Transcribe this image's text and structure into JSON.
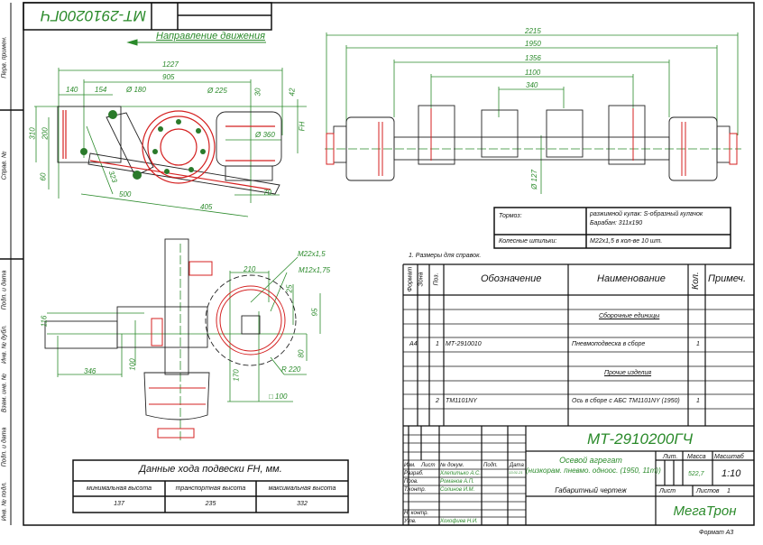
{
  "stamp_code_flipped": "МТ-2910200ГЧ",
  "direction_label": "Направление движения",
  "side_strip": [
    "Перв. примен.",
    "Справ. №",
    "Подп. и дата",
    "Инв. № дубл.",
    "Взам. инв. №",
    "Подп. и дата",
    "Инв. № подл."
  ],
  "dims_side": {
    "d1227": "1227",
    "d905": "905",
    "d140": "140",
    "d154": "154",
    "dia180": "Ø 180",
    "dia225": "Ø 225",
    "d30": "30",
    "d42": "42",
    "d310": "310",
    "d200": "200",
    "d60": "60",
    "d323": "323",
    "d500": "500",
    "d405": "405",
    "d70": "70",
    "dia360": "Ø 360",
    "fh": "FH"
  },
  "dims_front": {
    "d2215": "2215",
    "d1950": "1950",
    "d1356": "1356",
    "d1100": "1100",
    "d340": "340",
    "dia127": "Ø 127"
  },
  "dims_bottom": {
    "m22": "M22x1,5",
    "m12": "M12x1,75",
    "d210": "210",
    "d25": "25",
    "d95": "95",
    "d80": "80",
    "r220": "R 220",
    "d170": "170",
    "sq100": "□ 100",
    "d116": "116",
    "d346": "346",
    "d100": "100"
  },
  "brake_table": [
    {
      "label": "Тормоз:",
      "value": "разжимной кулак: S-образный кулачок",
      "value2": "Барабан: 311х190"
    },
    {
      "label": "Колесные шпильки:",
      "value": "M22x1,5 в кол-ве 10 шт."
    }
  ],
  "note": "1. Размеры для справок.",
  "spec": {
    "headers": {
      "format": "Формат",
      "zone": "Зона",
      "pos": "Поз.",
      "designation": "Обозначение",
      "name": "Наименование",
      "qty": "Кол.",
      "note": "Примеч."
    },
    "section1": "Сборочные единицы",
    "section2": "Прочие изделия",
    "rows": [
      {
        "format": "А4",
        "pos": "1",
        "designation": "МТ-2910010",
        "name": "Пневмоподвеска в сборе",
        "qty": "1"
      },
      {
        "format": "",
        "pos": "2",
        "designation": "ТМ1101NY",
        "name": "Ось в сборе с АБС ТМ1101NY (1950)",
        "qty": "1"
      }
    ]
  },
  "travel_table": {
    "title": "Данные хода подвески FH, мм.",
    "headers": [
      "минимальная высота",
      "транспортная высота",
      "максимальная высота"
    ],
    "values": [
      "137",
      "235",
      "332"
    ]
  },
  "title_block": {
    "code": "МТ-2910200ГЧ",
    "name1": "Осевой агрегат",
    "name2": "(низкорам. пневмо. одноос. (1950, 11т))",
    "doc_type": "Габаритный чертеж",
    "lit": "Лит.",
    "mass_label": "Масса",
    "scale_label": "Масштаб",
    "mass": "522,7",
    "scale": "1:10",
    "sheet_label": "Лист",
    "sheets_label": "Листов",
    "sheets": "1",
    "company": "МегаТрон",
    "roles": [
      {
        "role": "Изм.",
        "col2": "Лист",
        "col3": "№ докум.",
        "col4": "Подп.",
        "col5": "Дата"
      },
      {
        "role": "Разраб.",
        "person": "Хлепитько А.С.",
        "date": "13.01.21"
      },
      {
        "role": "Пров.",
        "person": "Романов А.П."
      },
      {
        "role": "Т.контр.",
        "person": "Солинов И.М."
      },
      {
        "role": "Н. контр.",
        "person": ""
      },
      {
        "role": "Утв.",
        "person": "Хохофиев Н.И."
      }
    ],
    "format": "Формат А3"
  }
}
